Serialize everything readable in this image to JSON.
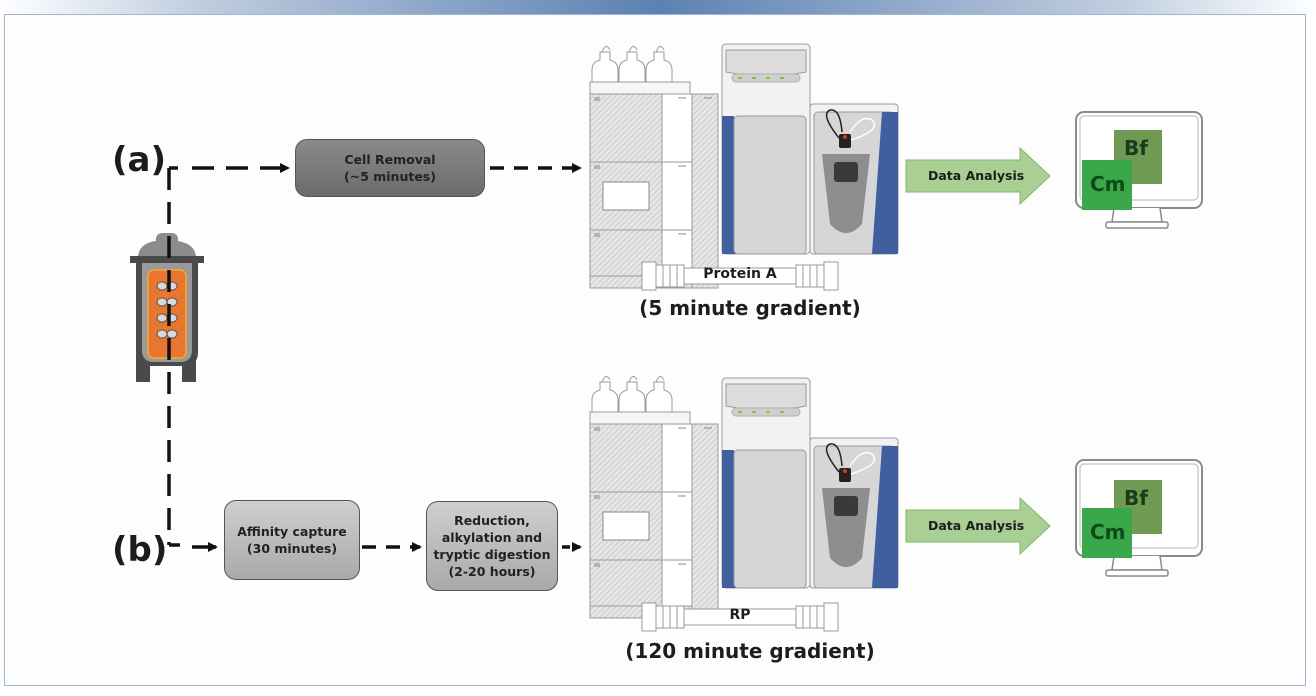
{
  "workflows": [
    {
      "id": "a",
      "label": "(a)",
      "steps": [
        {
          "line1": "Cell Removal",
          "line2": "(~5 minutes)"
        }
      ],
      "column": "Protein A",
      "gradient": "(5 minute gradient)",
      "analysis_label": "Data Analysis"
    },
    {
      "id": "b",
      "label": "(b)",
      "steps": [
        {
          "line1": "Affinity capture",
          "line2": "(30 minutes)"
        },
        {
          "line1": "Reduction,",
          "line2": "alkylation and",
          "line3": "tryptic digestion",
          "line4": "(2-20 hours)"
        }
      ],
      "column": "RP",
      "gradient": "(120 minute gradient)",
      "analysis_label": "Data Analysis"
    }
  ],
  "software_icons": [
    {
      "name": "Cm",
      "color": "#3aa84a"
    },
    {
      "name": "Bf",
      "color": "#6e9a54"
    }
  ],
  "colors": {
    "instrument_blue": "#3f5f9e",
    "arrow_green": "#a9cf94",
    "bioreactor_orange": "#e8762f",
    "frame_border": "#9fb4d0",
    "led_green": "#7ec44a"
  }
}
